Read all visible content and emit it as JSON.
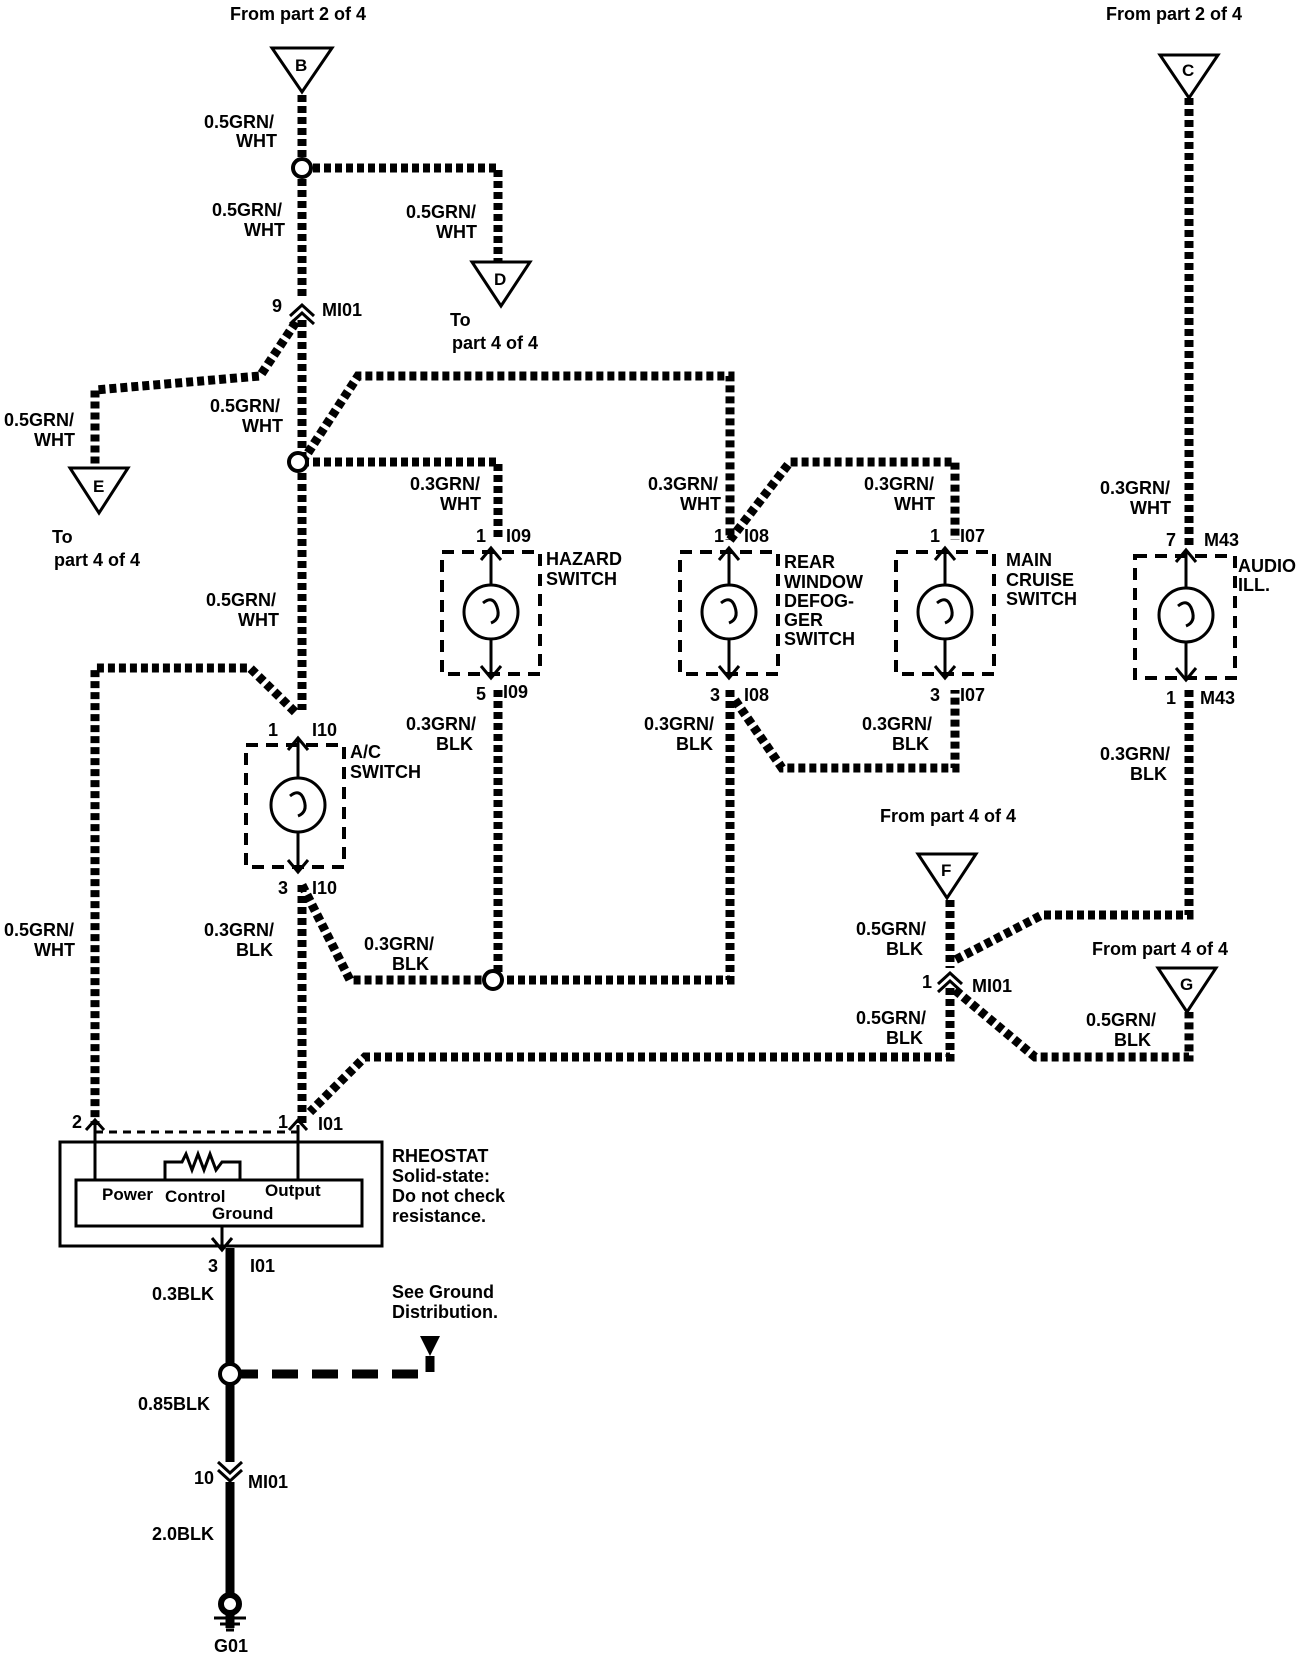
{
  "headers": {
    "top_left": "From part 2 of 4",
    "top_right": "From part 2 of 4",
    "from_part4_f": "From part 4 of 4",
    "from_part4_g": "From  part 4 of 4"
  },
  "connectors": {
    "b": "B",
    "c": "C",
    "d": "D",
    "e": "E",
    "f": "F",
    "g": "G"
  },
  "to_labels": {
    "d_to": "To",
    "d_part": "part 4 of 4",
    "e_to": "To",
    "e_part": "part 4 of 4"
  },
  "wires": {
    "w1": [
      "0.5GRN/",
      "WHT"
    ],
    "w2": [
      "0.5GRN/",
      "WHT"
    ],
    "w3": [
      "0.5GRN/",
      "WHT"
    ],
    "w4": [
      "0.5GRN/",
      "WHT"
    ],
    "w5": [
      "0.5GRN/",
      "WHT"
    ],
    "w6": [
      "0.5GRN/",
      "WHT"
    ],
    "w7": [
      "0.3GRN/",
      "WHT"
    ],
    "w8": [
      "0.3GRN/",
      "WHT"
    ],
    "w9": [
      "0.3GRN/",
      "WHT"
    ],
    "w10": [
      "0.3GRN/",
      "WHT"
    ],
    "w11": [
      "0.3GRN/",
      "BLK"
    ],
    "w12": [
      "0.3GRN/",
      "BLK"
    ],
    "w13": [
      "0.3GRN/",
      "BLK"
    ],
    "w14": [
      "0.3GRN/",
      "BLK"
    ],
    "w15": [
      "0.5GRN/",
      "WHT"
    ],
    "w16": [
      "0.3GRN/",
      "BLK"
    ],
    "w17": [
      "0.3GRN/",
      "BLK"
    ],
    "w18": [
      "0.5GRN/",
      "BLK"
    ],
    "w19": [
      "0.5GRN/",
      "BLK"
    ],
    "w20": [
      "0.5GRN/",
      "BLK"
    ],
    "blk1": "0.3BLK",
    "blk2": "0.85BLK",
    "blk3": "2.0BLK"
  },
  "pins": {
    "mi01_top_pin": "9",
    "mi01_top": "MI01",
    "i09_top_pin": "1",
    "i09_top": "I09",
    "i09_bot_pin": "5",
    "i09_bot": "I09",
    "i08_top_pin": "1",
    "i08_top": "I08",
    "i08_bot_pin": "3",
    "i08_bot": "I08",
    "i07_top_pin": "1",
    "i07_top": "I07",
    "i07_bot_pin": "3",
    "i07_bot": "I07",
    "m43_top_pin": "7",
    "m43_top": "M43",
    "m43_bot_pin": "1",
    "m43_bot": "M43",
    "i10_top_pin": "1",
    "i10_top": "I10",
    "i10_bot_pin": "3",
    "i10_bot": "I10",
    "mi01_mid_pin": "1",
    "mi01_mid": "MI01",
    "i01_pin2": "2",
    "i01_pin1": "1",
    "i01_top": "I01",
    "i01_pin3": "3",
    "i01_bot": "I01",
    "mi01_bot_pin": "10",
    "mi01_bot": "MI01",
    "ground": "G01"
  },
  "components": {
    "hazard": [
      "HAZARD",
      "SWITCH"
    ],
    "rear_window": [
      "REAR",
      "WINDOW",
      "DEFOG-",
      "GER",
      "SWITCH"
    ],
    "main_cruise": [
      "MAIN",
      "CRUISE",
      "SWITCH"
    ],
    "audio": [
      "AUDIO",
      "ILL."
    ],
    "ac": [
      "A/C",
      "SWITCH"
    ],
    "rheostat_title": "RHEOSTAT",
    "rheostat_note": [
      "Solid-state:",
      "Do not check",
      "resistance."
    ],
    "rheostat_power": "Power",
    "rheostat_control": "Control",
    "rheostat_output": "Output",
    "rheostat_ground": "Ground"
  },
  "ground_ref": [
    "See Ground",
    "Distribution."
  ]
}
